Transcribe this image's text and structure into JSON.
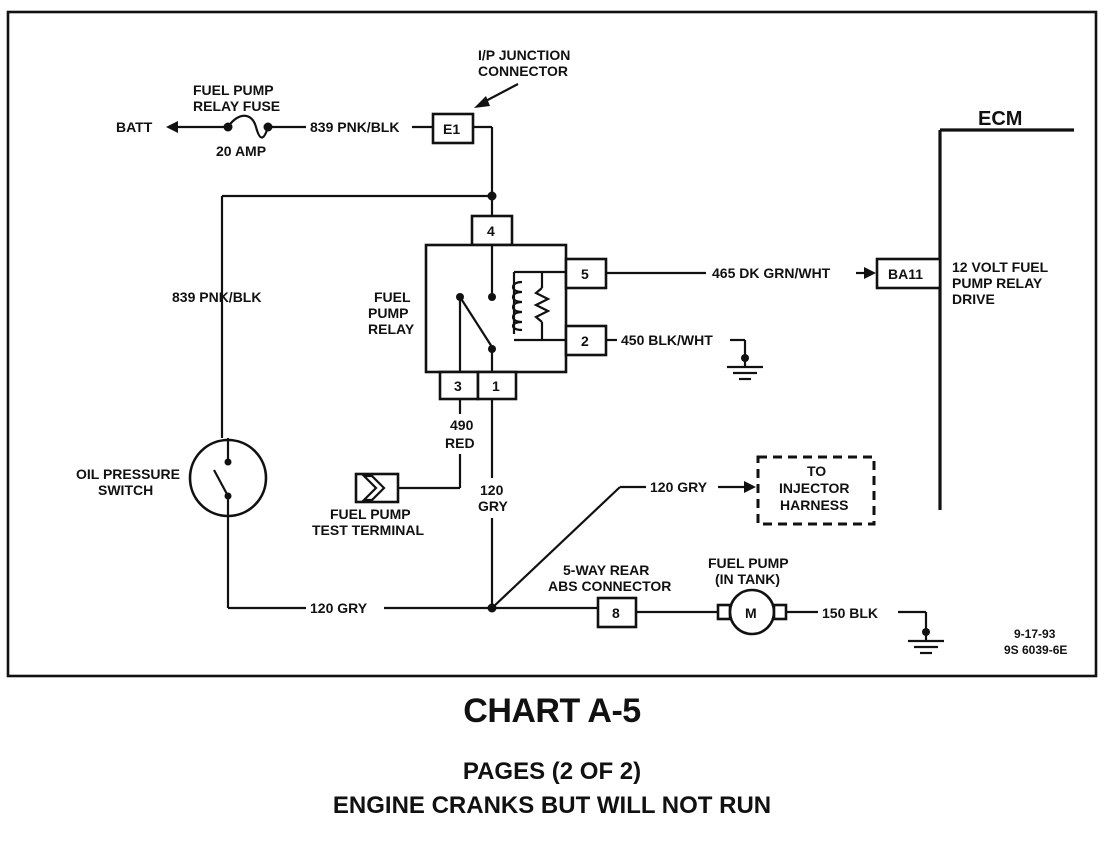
{
  "diagram": {
    "frame_label": "ECM",
    "connectors": {
      "ip_junction_label_1": "I/P JUNCTION",
      "ip_junction_label_2": "CONNECTOR",
      "e1": "E1",
      "ba11": "BA11",
      "abs_pin": "8",
      "abs_label_1": "5-WAY REAR",
      "abs_label_2": "ABS CONNECTOR"
    },
    "fuse": {
      "label_1": "FUEL PUMP",
      "label_2": "RELAY FUSE",
      "rating": "20 AMP",
      "batt": "BATT"
    },
    "wires": {
      "w839_top": "839 PNK/BLK",
      "w839_left": "839 PNK/BLK",
      "w465": "465 DK GRN/WHT",
      "w450": "450 BLK/WHT",
      "w490_num": "490",
      "w490_color": "RED",
      "w120_num": "120",
      "w120_color": "GRY",
      "w120_bottom": "120 GRY",
      "w120_injector": "120 GRY",
      "w150": "150  BLK"
    },
    "relay": {
      "label_1": "FUEL",
      "label_2": "PUMP",
      "label_3": "RELAY",
      "pin_4": "4",
      "pin_5": "5",
      "pin_2": "2",
      "pin_3": "3",
      "pin_1": "1"
    },
    "ecm_drive": {
      "line_1": "12 VOLT FUEL",
      "line_2": "PUMP RELAY",
      "line_3": "DRIVE"
    },
    "oil_switch": {
      "line_1": "OIL PRESSURE",
      "line_2": "SWITCH"
    },
    "test_terminal": {
      "line_1": "FUEL PUMP",
      "line_2": "TEST TERMINAL"
    },
    "injector": {
      "line_1": "TO",
      "line_2": "INJECTOR",
      "line_3": "HARNESS"
    },
    "fuel_pump": {
      "line_1": "FUEL PUMP",
      "line_2": "(IN TANK)",
      "motor": "M"
    },
    "date_code": {
      "line_1": "9-17-93",
      "line_2": "9S 6039-6E"
    }
  },
  "footer": {
    "title": "CHART A-5",
    "pages": "PAGES  (2 OF 2)",
    "subtitle": "ENGINE CRANKS BUT WILL NOT RUN"
  }
}
